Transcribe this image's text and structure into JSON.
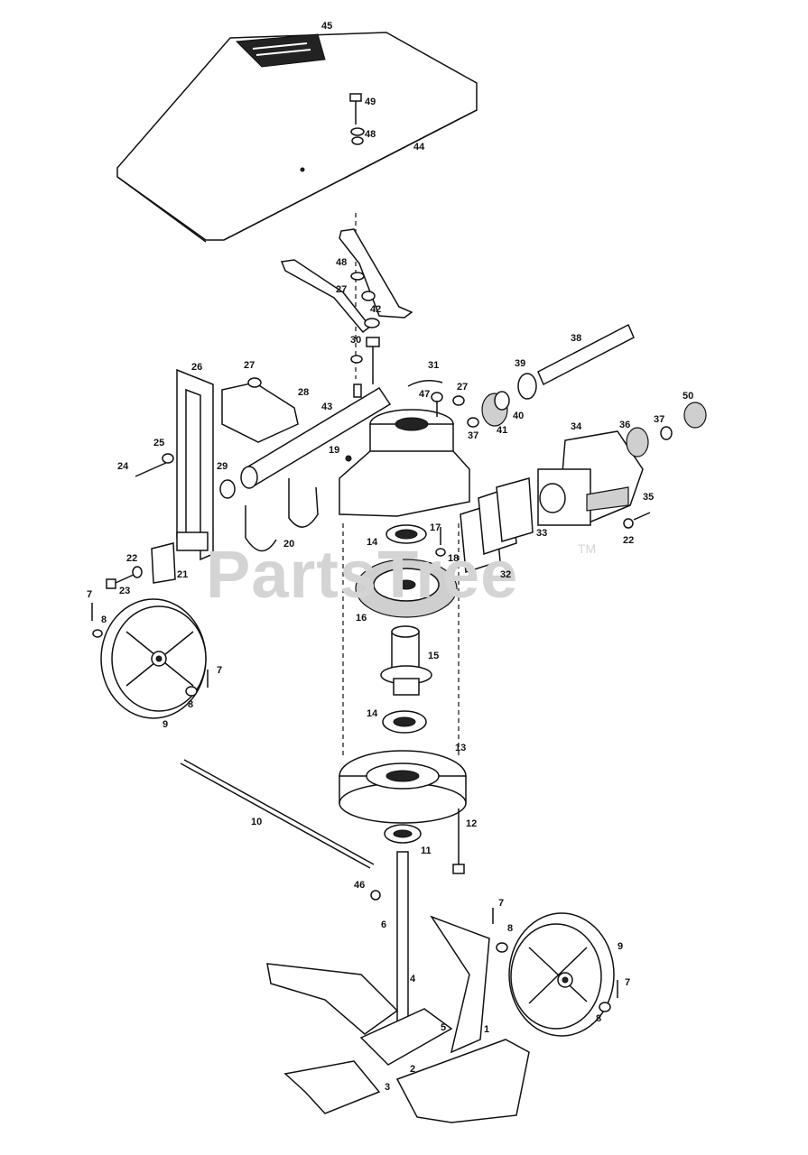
{
  "watermark": {
    "text": "PartsTree",
    "tm": "TM"
  },
  "callouts": [
    "1",
    "2",
    "3",
    "4",
    "5",
    "6",
    "7",
    "7",
    "7",
    "7",
    "8",
    "8",
    "8",
    "8",
    "9",
    "9",
    "10",
    "11",
    "12",
    "13",
    "14",
    "14",
    "15",
    "16",
    "17",
    "18",
    "19",
    "20",
    "21",
    "22",
    "22",
    "23",
    "24",
    "25",
    "26",
    "27",
    "27",
    "27",
    "28",
    "29",
    "30",
    "31",
    "32",
    "33",
    "34",
    "35",
    "36",
    "37",
    "37",
    "38",
    "39",
    "40",
    "41",
    "42",
    "43",
    "44",
    "45",
    "46",
    "47",
    "48",
    "48",
    "49",
    "50"
  ]
}
